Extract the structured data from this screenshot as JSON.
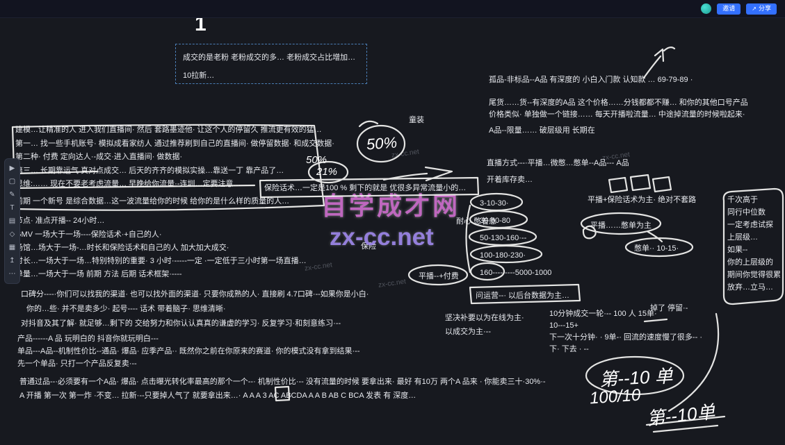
{
  "topbar": {
    "invite_label": "邀请",
    "share_label": "分享"
  },
  "toolbar": {
    "glyphs": [
      "▶",
      "▢",
      "✎",
      "T",
      "▤",
      "◇",
      "▦",
      "↥",
      "⋯"
    ]
  },
  "watermark": {
    "title": "自学成才网",
    "domain": "zx-cc.net",
    "faint": "zx-cc.net"
  },
  "annotations": {
    "pct_big": "50%",
    "pct_small": "50%",
    "pct_alt": "21%",
    "bottom_1": "第--10 单",
    "bottom_2": "100/10",
    "bottom_3": "第--10单"
  },
  "colors": {
    "accent_blue": "#3370ff",
    "watermark_pink": "#c86cc8",
    "watermark_purple": "#9b85e6",
    "canvas_bg": "#17191f",
    "topbar_bg": "#121420",
    "stroke_white": "#f4f4f2",
    "avatar_teal": "#2fbfb3",
    "dashed_frame_blue": "#4a7db5"
  },
  "notes": {
    "page_label": "1",
    "top_box": [
      "成交的是老粉 老粉成交的多…  老粉成交占比增加…",
      "10拉新…"
    ],
    "right_intro": "孤品-非标品--A品  有深度的 小白入门款 认知款 … 69-79-89 ·",
    "right_tail": [
      "尾货……货--有深度的A品  这个价格……分钱都都不赚… 和你的其他口号产品",
      "价格类似· 单独做一个链接…… 每天开播啦流量… 中途掉流量的时候啦起来·",
      "A品--限量…… 破层级用 长期在"
    ],
    "kids_label": "童装",
    "modeling": [
      "建模…让精准的人 进入我们直播间· 然后 套路墨迹他· 让这个人的停留久 推流更有效的猛…",
      "第一… 找一些手机账号· 模拟成看家纺人 通过推荐刷到自己的直播间· 做停留数据· 和成交数据·",
      "第二种· 付费 定向达人·-成交·进入直播间· 做数据·",
      "第三… 长期靠运气 真对点成交… 后天的齐齐的模拟实操…靠送一丁 靠产品了…",
      "思维:…… 现在不要老考虑流量… 早晚给你流量·-连圳…定要注意…",
      "前期 一个新号 是综合数据…这一波流量给你的时候  给你的是什么样的质量的人…"
    ],
    "insurance_note": "保险话术…一定是100 % 剩下的就是 优很多异常流量小的…",
    "node_note": "节点· 准点开播-- 24小时…",
    "gmv": [
      "GMV 一场大于一场----保险话术·+自己的人·",
      "场馆…场大于一场-…时长和保险话术和自己的人 加大加大成交·",
      "时长…一场大于一场…特别特别的重要·  3 小时·-----一定 ·一定低于三小时第一场直播…",
      "单量…一场大于一场  前期 方法 后期 话术框架·----"
    ],
    "patience": "耐心 憋着急",
    "insurance_word": "保险",
    "live_mode": [
      "直播方式---·平播…微憋…憋单--A品---   A品",
      "开着库存卖…"
    ],
    "milestones": [
      "3-10-30·",
      "30-60-80",
      "50-130-160·--",
      "100-180-230·",
      "160---- ----5000-1000"
    ],
    "flat_insurance": "平播+保险话术为主·  绝对不套路",
    "flat_biedan": "平播……憋单为主",
    "biedan_range": "憋单·· 10-15·",
    "flat_paid": "平播--+付费",
    "ask_ops": "问运营--· 以后台数据为主…",
    "right_panel": [
      "千次高于",
      "同行中位数",
      "一定考虑试探",
      "上层级…",
      "如果--",
      "你的上层级的",
      "期间你觉得很累",
      "放弃…立马…"
    ],
    "reputation": [
      "口碑分----·你们可以找我的渠道· 也可以找外面的渠道· 只要你成熟的人· 直接刷 4.7口碑·--如果你是小白·",
      "你的…些· 并不是卖多少· 起号---- 话术 带着脑子· 思维清晰·",
      "对抖音及其了解· 就足够…剩下的 交给努力和你认认真真的谦虚的学习· 反复学习·和刻意练习·--"
    ],
    "product": [
      "产品------A 品  玩明白的     抖音你就玩明白---",
      "单品---A品--机制性价比--通品· 爆品·   应季产品·· 既然你之前在你原来的赛道· 你的模式没有拿到结果·--",
      "先一个单品·     只打一个产品反复卖·--"
    ],
    "general": [
      "普通过品--·必须要有一个A品· 爆品·  点击曝光转化率最高的那个一个--· 机制性价比·-- 没有流量的时候 要拿出来· 最好 有10万 两个A 品来 · 你能卖三十·30%·-",
      "A 开播 第一次 第一炸 ·不变… 拉新·--只要掉人气了 就要拿出来…· A A A     3 AC   ABCDA  A A B  AB C BCA 发表 有 深度…"
    ],
    "online": [
      "坚决补要以为在线为主·",
      "以成交为主·--"
    ],
    "ten_min": [
      "10分钟成交一轮·--  100 人  15单·",
      "10---15+",
      "下一次十分钟· · 9单-· 回流的速度慢了很多-- ·",
      "下· 下去 · --"
    ],
    "drop": "掉了 停留·-"
  }
}
